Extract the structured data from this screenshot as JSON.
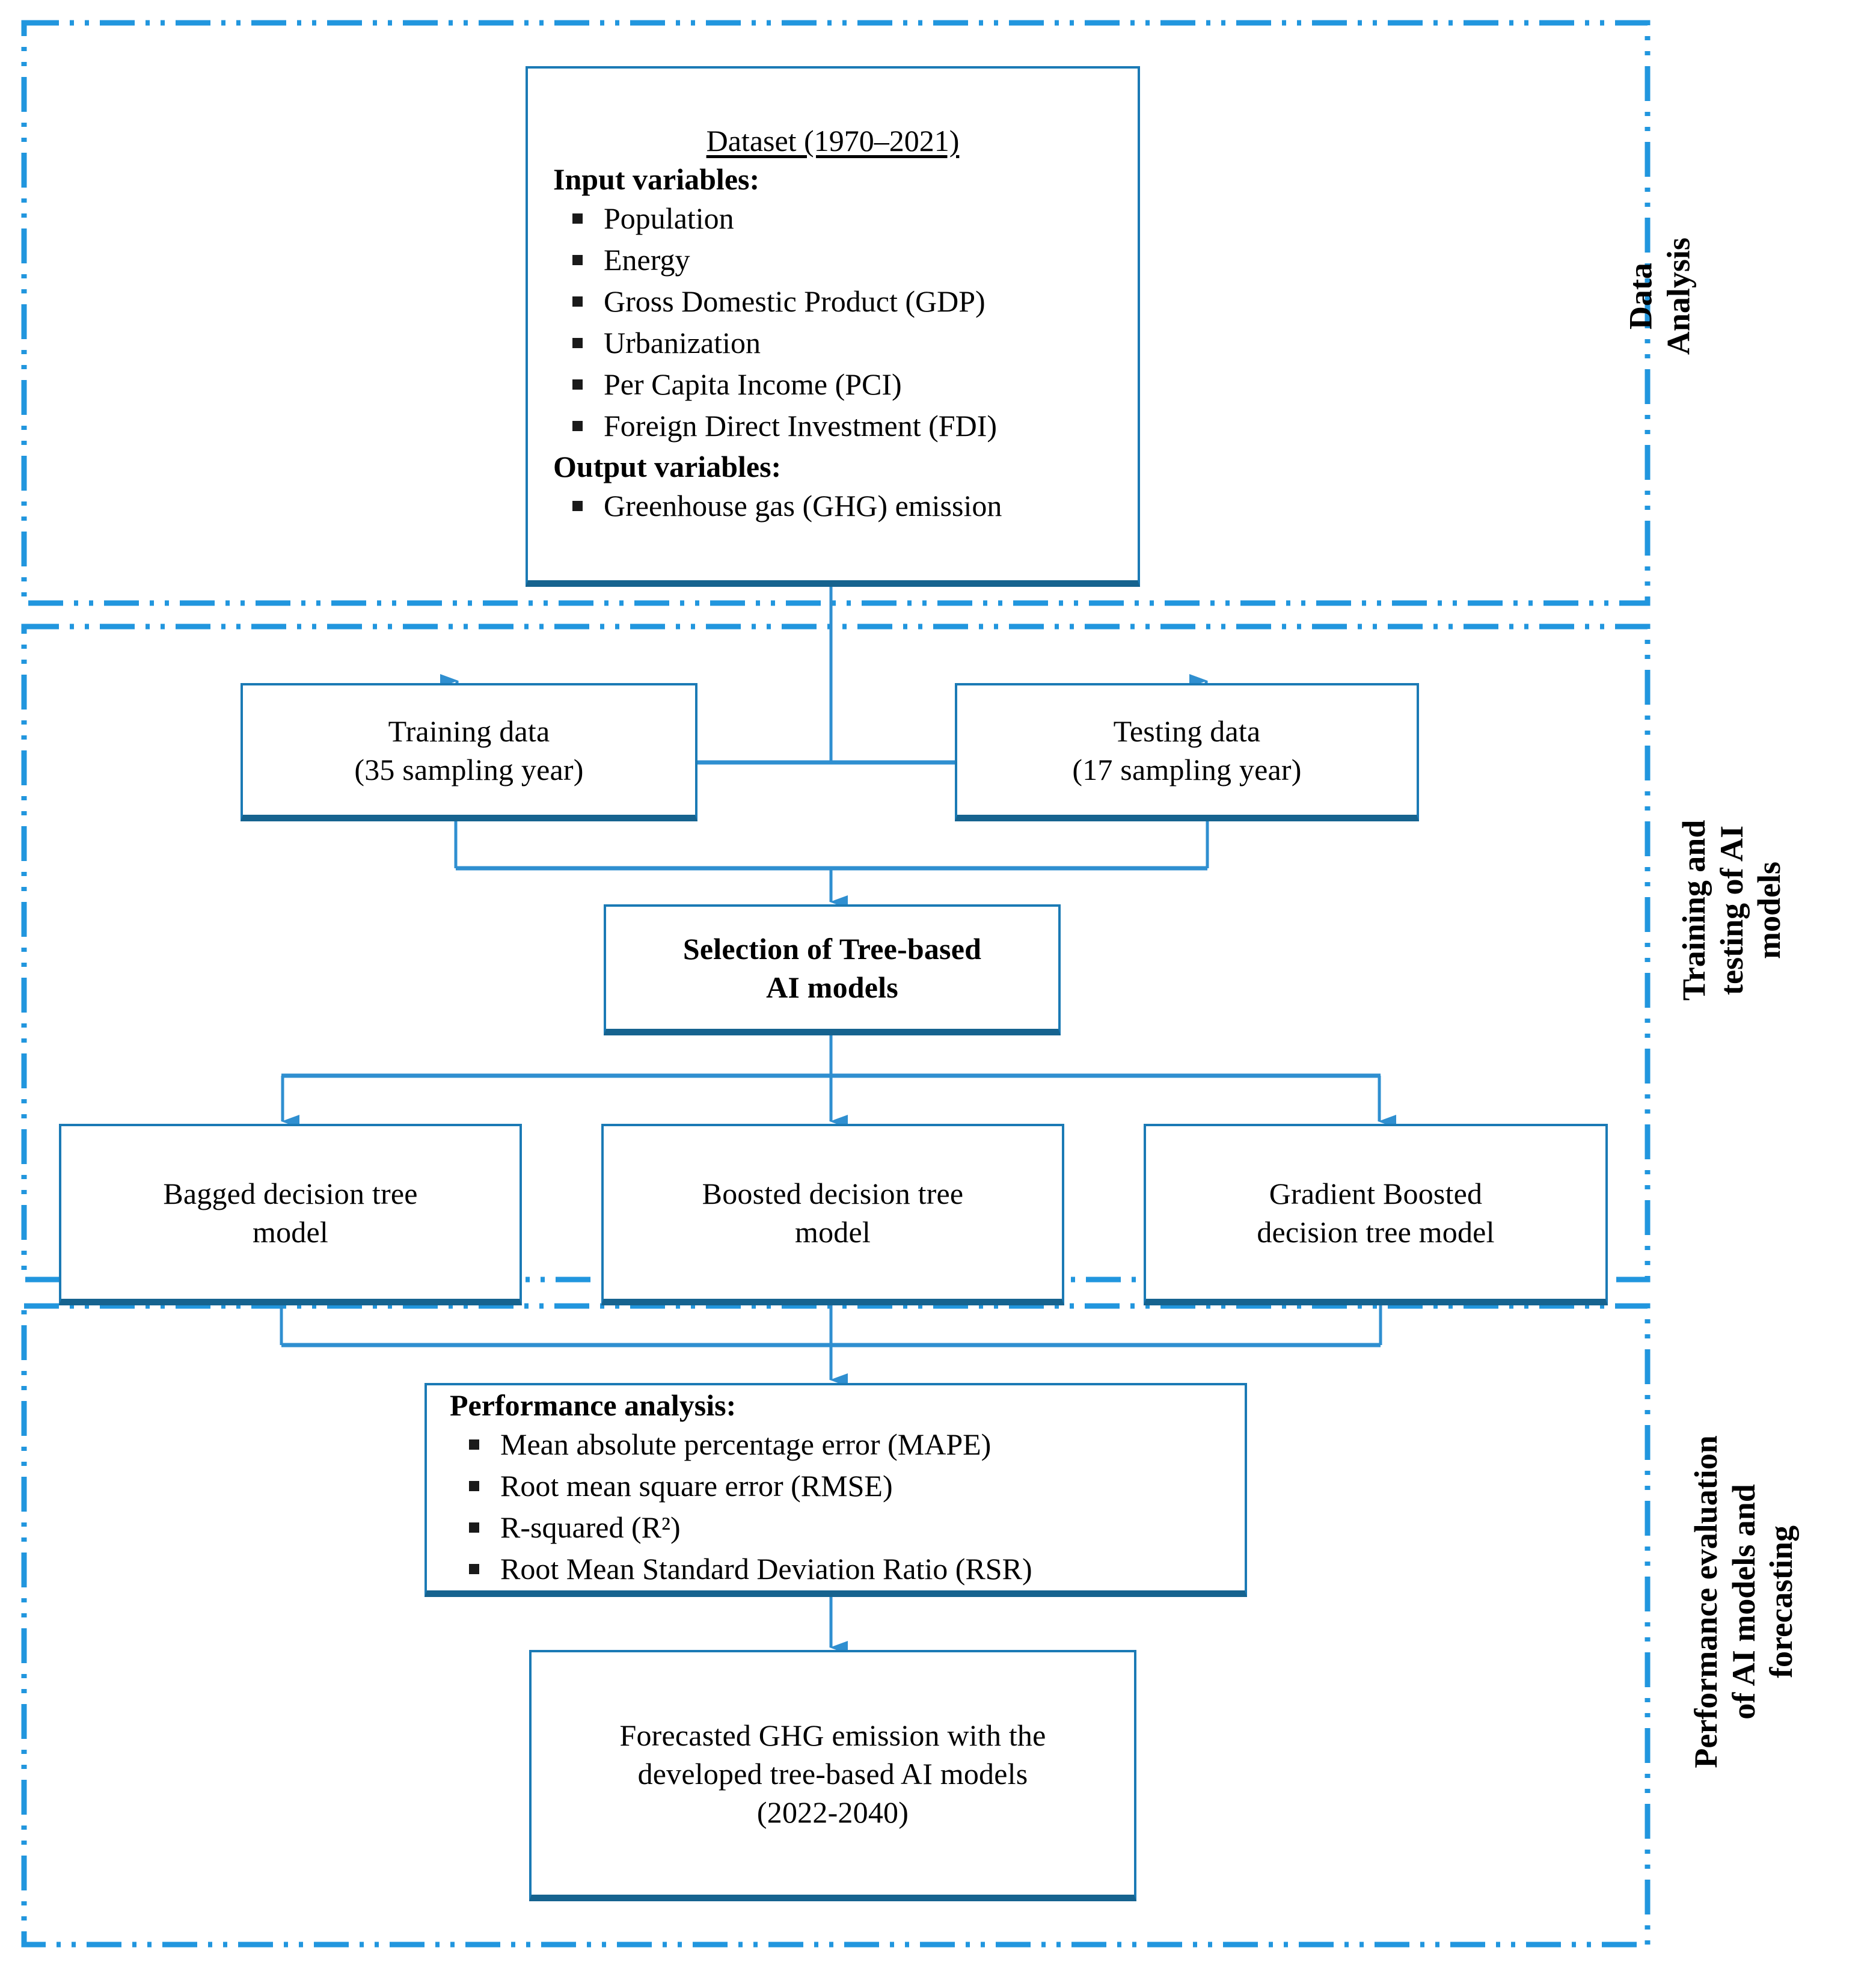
{
  "colors": {
    "section_border": "#2196de",
    "box_border": "#1b7ab5",
    "box_border_bottom": "#16638f",
    "connector": "#2f8fd0",
    "text": "#000000",
    "background": "#ffffff"
  },
  "sections": [
    {
      "id": "data-analysis",
      "label": "Data\nAnalysis"
    },
    {
      "id": "training-testing",
      "label": "Training and\ntesting of AI\nmodels"
    },
    {
      "id": "performance-evaluation",
      "label": "Performance evaluation\nof AI models and\nforecasting"
    }
  ],
  "dataset_box": {
    "title": "Dataset (1970–2021)",
    "input_heading": "Input variables:",
    "input_variables": [
      "Population",
      "Energy",
      "Gross Domestic Product (GDP)",
      "Urbanization",
      "Per Capita Income (PCI)",
      "Foreign Direct Investment (FDI)"
    ],
    "output_heading": "Output variables:",
    "output_variables": [
      "Greenhouse gas (GHG) emission"
    ]
  },
  "split_boxes": [
    {
      "id": "training-data",
      "line1": "Training data",
      "line2": "(35 sampling year)"
    },
    {
      "id": "testing-data",
      "line1": "Testing data",
      "line2": "(17 sampling year)"
    }
  ],
  "selection_box": {
    "line1": "Selection of Tree-based",
    "line2": "AI models"
  },
  "model_boxes": [
    {
      "id": "bagged-decision-tree",
      "line1": "Bagged  decision tree",
      "line2": "model"
    },
    {
      "id": "boosted-decision-tree",
      "line1": "Boosted decision tree",
      "line2": "model"
    },
    {
      "id": "gradient-boosted-decision-tree",
      "line1": "Gradient Boosted",
      "line2": "decision tree model"
    }
  ],
  "performance_box": {
    "heading": "Performance analysis:",
    "metrics": [
      "Mean absolute percentage error (MAPE)",
      "Root mean square error (RMSE)",
      "R-squared (R²)",
      "Root Mean Standard Deviation Ratio (RSR)"
    ]
  },
  "forecast_box": {
    "line1": "Forecasted GHG emission with the",
    "line2": "developed tree-based AI models",
    "line3": "(2022-2040)"
  }
}
